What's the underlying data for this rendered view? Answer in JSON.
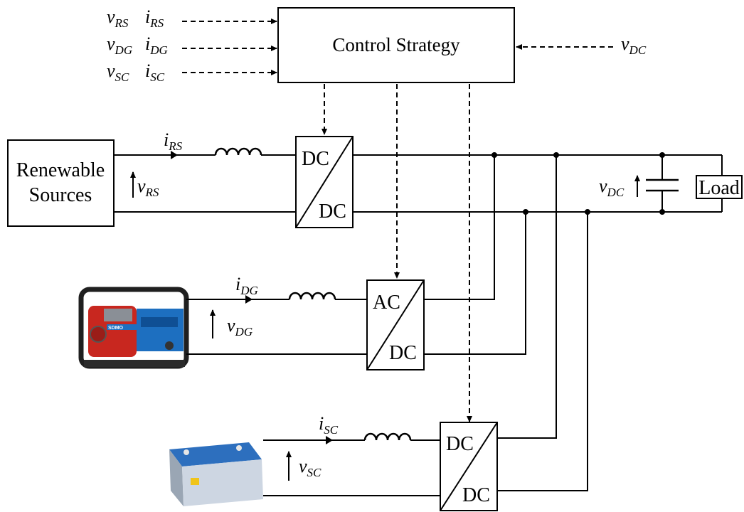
{
  "control": {
    "title": "Control Strategy",
    "inputs": [
      {
        "v": "v",
        "v_sub": "RS",
        "i": "i",
        "i_sub": "RS"
      },
      {
        "v": "v",
        "v_sub": "DG",
        "i": "i",
        "i_sub": "DG"
      },
      {
        "v": "v",
        "v_sub": "SC",
        "i": "i",
        "i_sub": "SC"
      }
    ],
    "dc_feedback": {
      "v": "v",
      "sub": "DC"
    }
  },
  "renewable": {
    "label_line1": "Renewable",
    "label_line2": "Sources",
    "current": {
      "sym": "i",
      "sub": "RS"
    },
    "voltage": {
      "sym": "v",
      "sub": "RS"
    }
  },
  "converters": {
    "rs": {
      "top": "DC",
      "bottom": "DC"
    },
    "dg": {
      "top": "AC",
      "bottom": "DC"
    },
    "sc": {
      "top": "DC",
      "bottom": "DC"
    }
  },
  "generator": {
    "brand": "SDMO",
    "current": {
      "sym": "i",
      "sub": "DG"
    },
    "voltage": {
      "sym": "v",
      "sub": "DG"
    }
  },
  "supercap": {
    "current": {
      "sym": "i",
      "sub": "SC"
    },
    "voltage": {
      "sym": "v",
      "sub": "SC"
    }
  },
  "dc_bus": {
    "voltage": {
      "sym": "v",
      "sub": "DC"
    },
    "load_label": "Load"
  },
  "colors": {
    "line": "#000000",
    "generator_frame": "#1f1f1f",
    "generator_body": "#c8271f",
    "generator_panel": "#1d6fc0",
    "battery_top": "#2d6fbe",
    "battery_body": "#cdd6e2"
  }
}
